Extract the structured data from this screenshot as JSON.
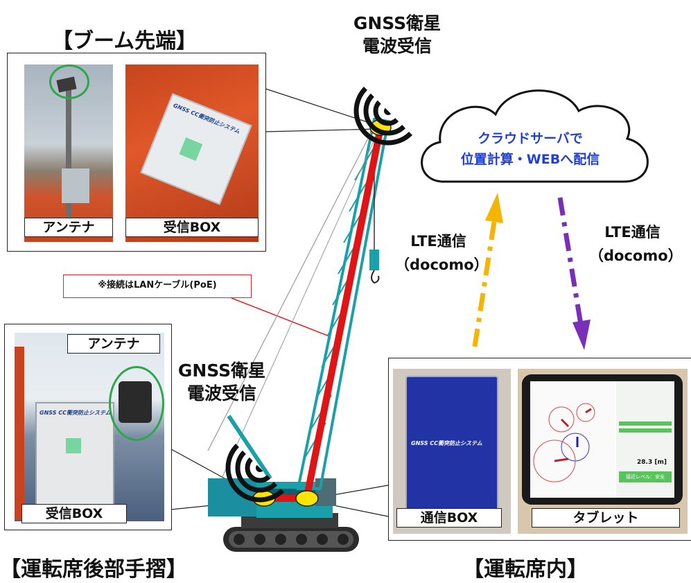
{
  "headings": {
    "boom_tip": "【ブーム先端】",
    "rear_handrail": "【運転席後部手摺】",
    "cab_interior": "【運転席内】"
  },
  "gnss_top": {
    "line1": "GNSS衛星",
    "line2": "電波受信"
  },
  "gnss_bottom": {
    "line1": "GNSS衛星",
    "line2": "電波受信"
  },
  "cloud": {
    "line1": "クラウドサーバで",
    "line2": "位置計算・WEBへ配信"
  },
  "lte_up": {
    "line1": "LTE通信",
    "line2": "（docomo）"
  },
  "lte_down": {
    "line1": "LTE通信",
    "line2": "（docomo）"
  },
  "cable_note": "※接続はLANケーブル(PoE)",
  "captions": {
    "boom_antenna": "アンテナ",
    "boom_receiver": "受信BOX",
    "rear_antenna": "アンテナ",
    "rear_receiver": "受信BOX",
    "comm_box": "通信BOX",
    "tablet": "タブレット"
  },
  "box_labels": {
    "boom_box": "GNSS CC衝突防止システム",
    "rear_box": "GNSS CC衝突防止システム",
    "comm_box": "GNSS CC衝突防止システム"
  },
  "tablet_screen": {
    "reading": "28.3 [m]",
    "status": "接近レベル：安全"
  },
  "colors": {
    "boom_red": "#e01414",
    "crane_teal": "#1aa0a8",
    "marker_yellow": "#ffe400",
    "arrow_up": "#f4b400",
    "arrow_down": "#7a2fb8",
    "cloud_text": "#1f3fd8",
    "note_border": "#d8262b",
    "highlight_circle": "#2aa84a"
  },
  "icons": [
    "wifi-signal-icon",
    "cloud-icon"
  ]
}
